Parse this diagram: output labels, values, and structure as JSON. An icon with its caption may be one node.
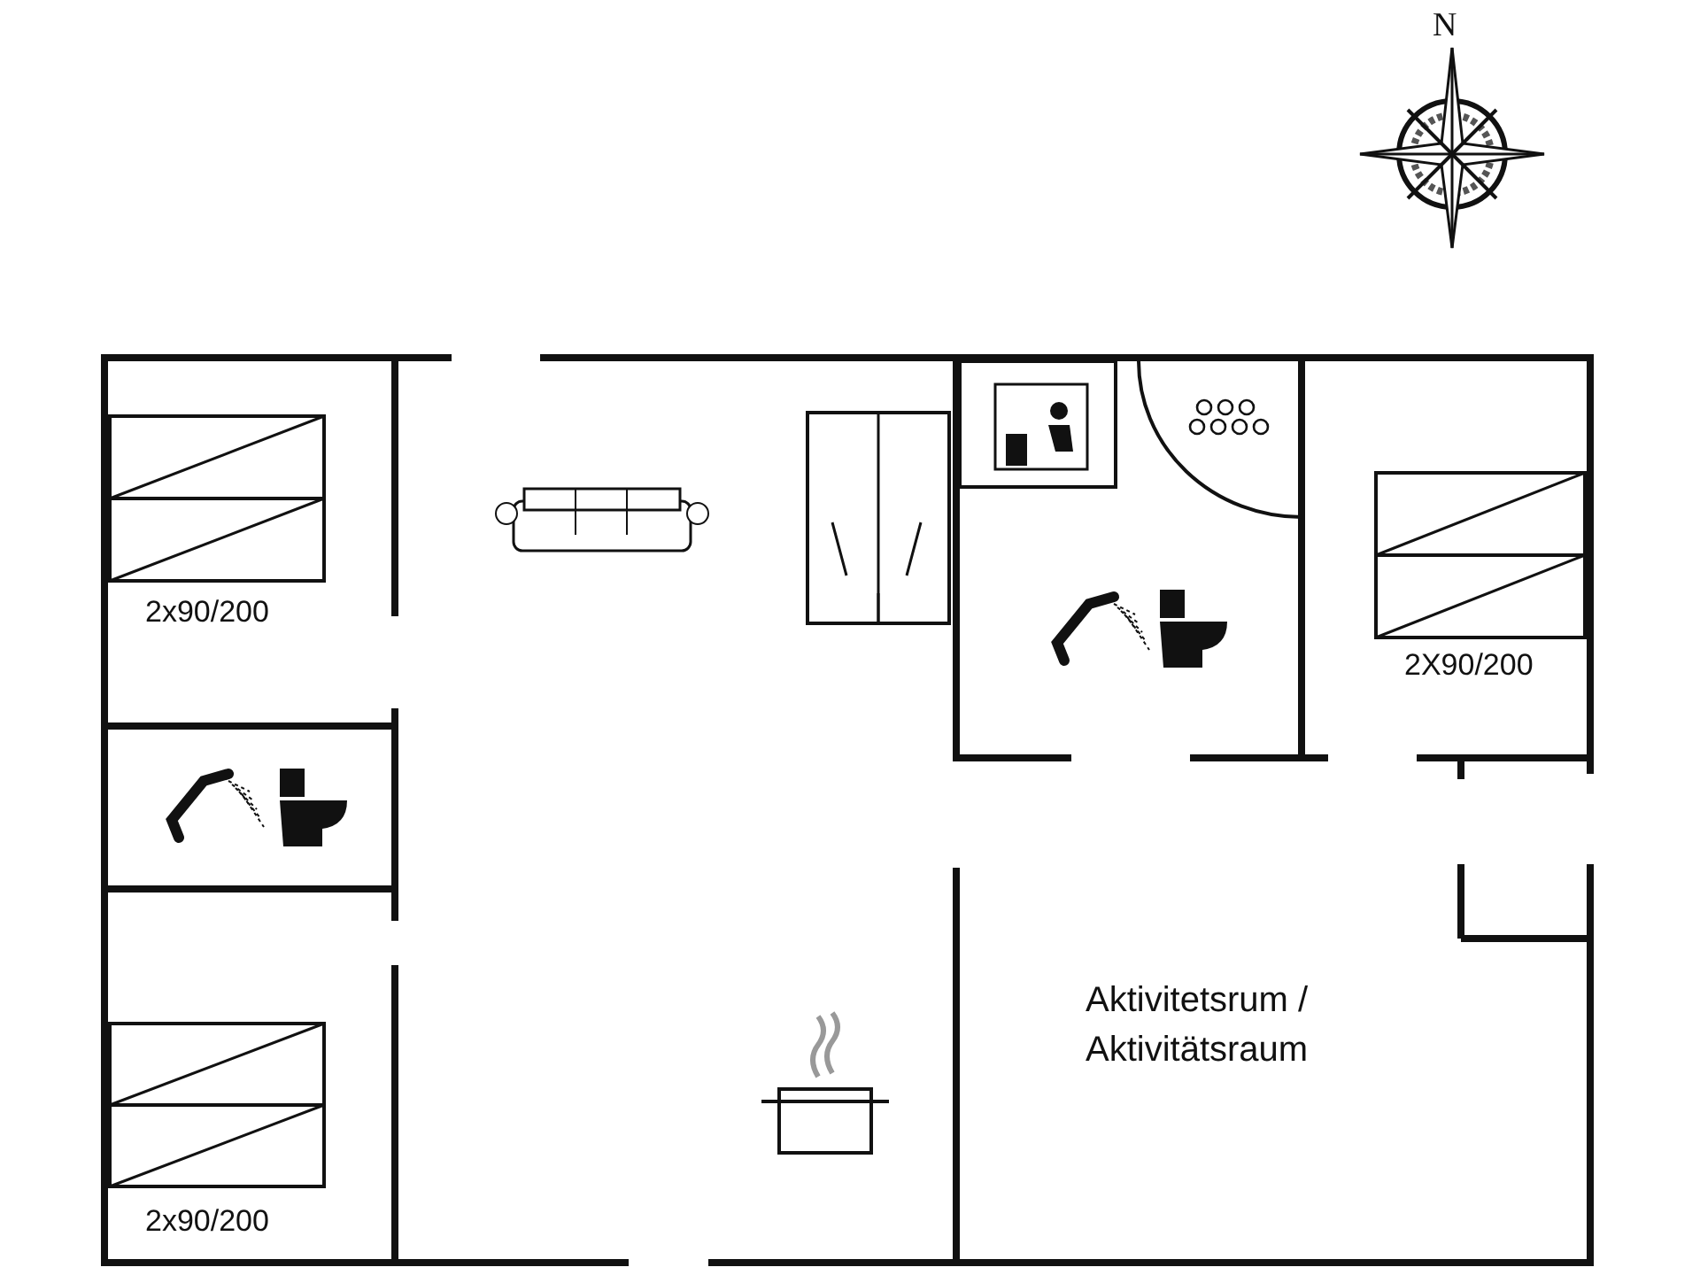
{
  "diagram": {
    "labels": [
      "N",
      "2x90/200",
      "2X90/200",
      "2x90/200",
      "Aktivitetsrum / Aktivitätsraum"
    ]
  }
}
